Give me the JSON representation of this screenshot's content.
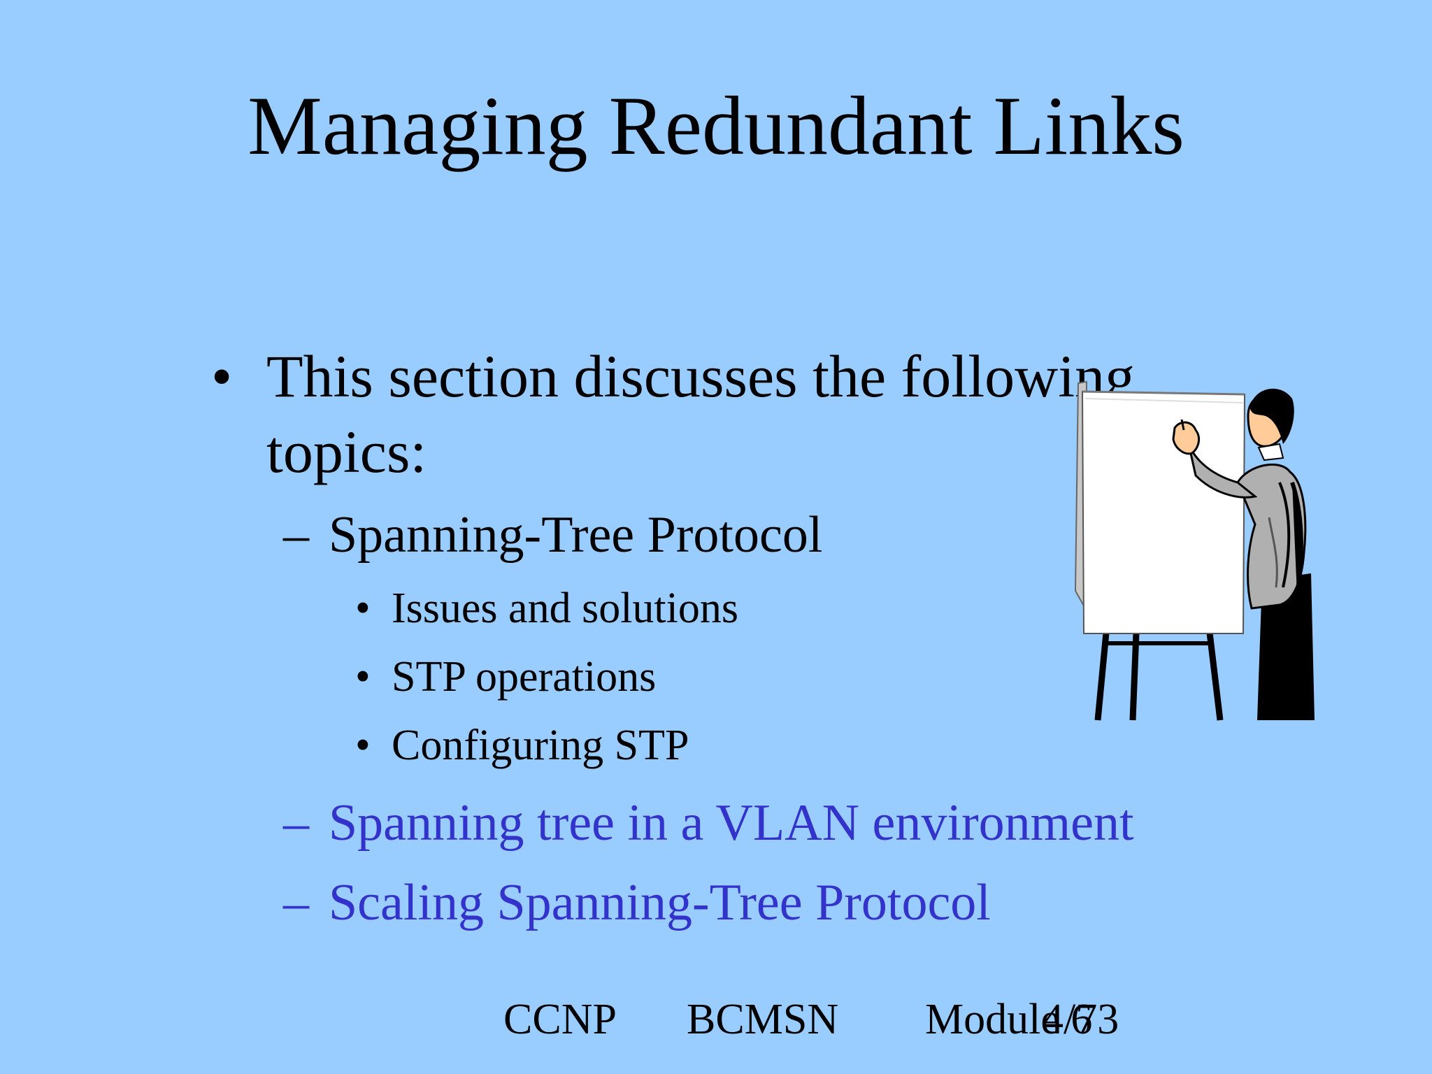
{
  "slide": {
    "title": "Managing Redundant Links",
    "intro_bullet": "•",
    "intro_line1": "This section discusses the following",
    "intro_line2": "topics:",
    "dash": "–",
    "sub_bullet": "•",
    "topic1": "Spanning-Tree Protocol",
    "subtopics": [
      "Issues and solutions",
      "STP operations",
      "Configuring STP"
    ],
    "topic2": "Spanning tree in a VLAN environment",
    "topic3": "Scaling Spanning-Tree Protocol",
    "highlight_color": "#000000",
    "dimmed_color": "#3333cc",
    "background_color": "#99ccff"
  },
  "footer": {
    "course": "CCNP",
    "exam": "BCMSN",
    "module": "Module 6",
    "page": "4/73"
  },
  "illustration": {
    "icon": "presenter-at-flipchart-icon"
  }
}
